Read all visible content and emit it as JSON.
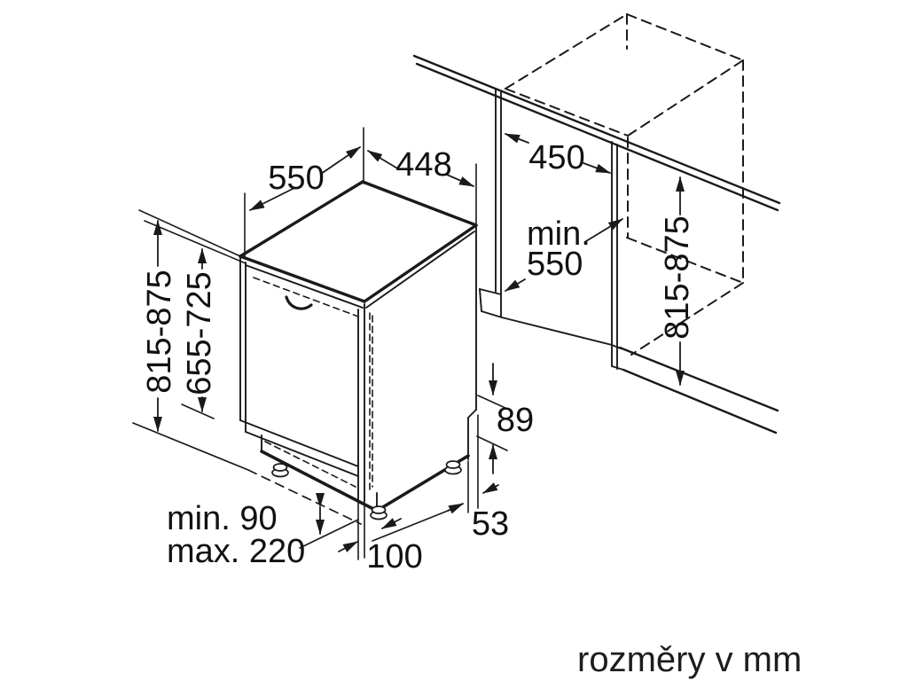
{
  "diagram": {
    "title": "dishwasher-installation-dimension-drawing",
    "footer_note": "rozměry v mm",
    "labels": {
      "top_depth": "550",
      "top_width": "448",
      "niche_width": "450",
      "niche_depth_line1": "min.",
      "niche_depth_line2": "550",
      "height_left": "815-875",
      "door_panel_height": "655-725",
      "niche_height_right": "815-875",
      "rear_step_height": "89",
      "rear_base_inset": "53",
      "front_foot_inset": "100",
      "plinth_line1": "min. 90",
      "plinth_line2": "max. 220"
    },
    "colors": {
      "line": "#1a1a1a",
      "background": "#ffffff"
    },
    "units": "mm"
  }
}
